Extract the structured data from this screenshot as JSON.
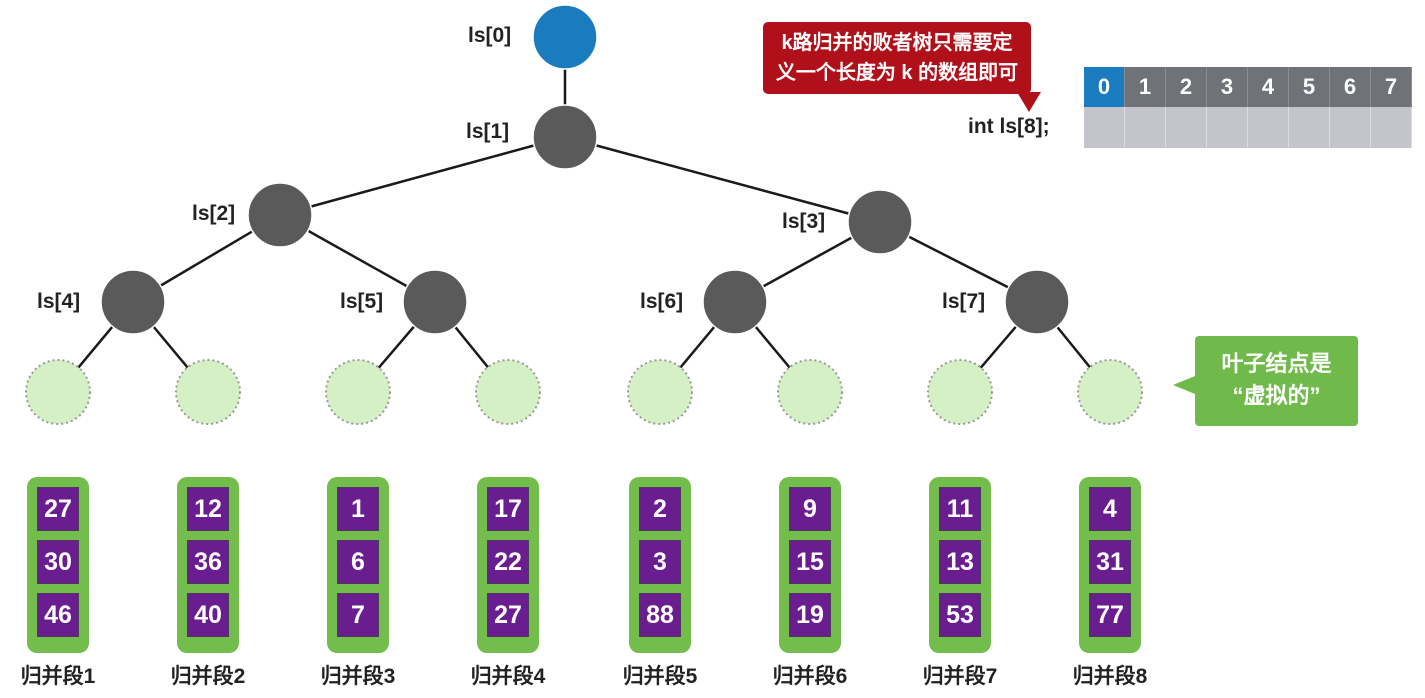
{
  "tree": {
    "nodes": [
      {
        "label": "ls[0]",
        "kind": "winner"
      },
      {
        "label": "ls[1]",
        "kind": "loser"
      },
      {
        "label": "ls[2]",
        "kind": "loser"
      },
      {
        "label": "ls[3]",
        "kind": "loser"
      },
      {
        "label": "ls[4]",
        "kind": "loser"
      },
      {
        "label": "ls[5]",
        "kind": "loser"
      },
      {
        "label": "ls[6]",
        "kind": "loser"
      },
      {
        "label": "ls[7]",
        "kind": "loser"
      }
    ],
    "leaf_count": 8
  },
  "callout_red": {
    "line1": "k路归并的败者树只需要定",
    "line2": "义一个长度为 k 的数组即可"
  },
  "declaration": "int ls[8];",
  "array": {
    "indices": [
      "0",
      "1",
      "2",
      "3",
      "4",
      "5",
      "6",
      "7"
    ]
  },
  "callout_green": {
    "line1": "叶子结点是",
    "line2": "“虚拟的”"
  },
  "segments": [
    {
      "label": "归并段1",
      "values": [
        "27",
        "30",
        "46"
      ]
    },
    {
      "label": "归并段2",
      "values": [
        "12",
        "36",
        "40"
      ]
    },
    {
      "label": "归并段3",
      "values": [
        "1",
        "6",
        "7"
      ]
    },
    {
      "label": "归并段4",
      "values": [
        "17",
        "22",
        "27"
      ]
    },
    {
      "label": "归并段5",
      "values": [
        "2",
        "3",
        "88"
      ]
    },
    {
      "label": "归并段6",
      "values": [
        "9",
        "15",
        "19"
      ]
    },
    {
      "label": "归并段7",
      "values": [
        "11",
        "13",
        "53"
      ]
    },
    {
      "label": "归并段8",
      "values": [
        "4",
        "31",
        "77"
      ]
    }
  ],
  "colors": {
    "winner_node": "#1b7bbf",
    "loser_node": "#5a5a5a",
    "leaf_fill": "#d4f0c4",
    "leaf_border": "#999999",
    "red_callout": "#b0101a",
    "green_callout": "#6fba4b",
    "segment_frame": "#72bd4c",
    "segment_cell": "#6a1d8f"
  }
}
